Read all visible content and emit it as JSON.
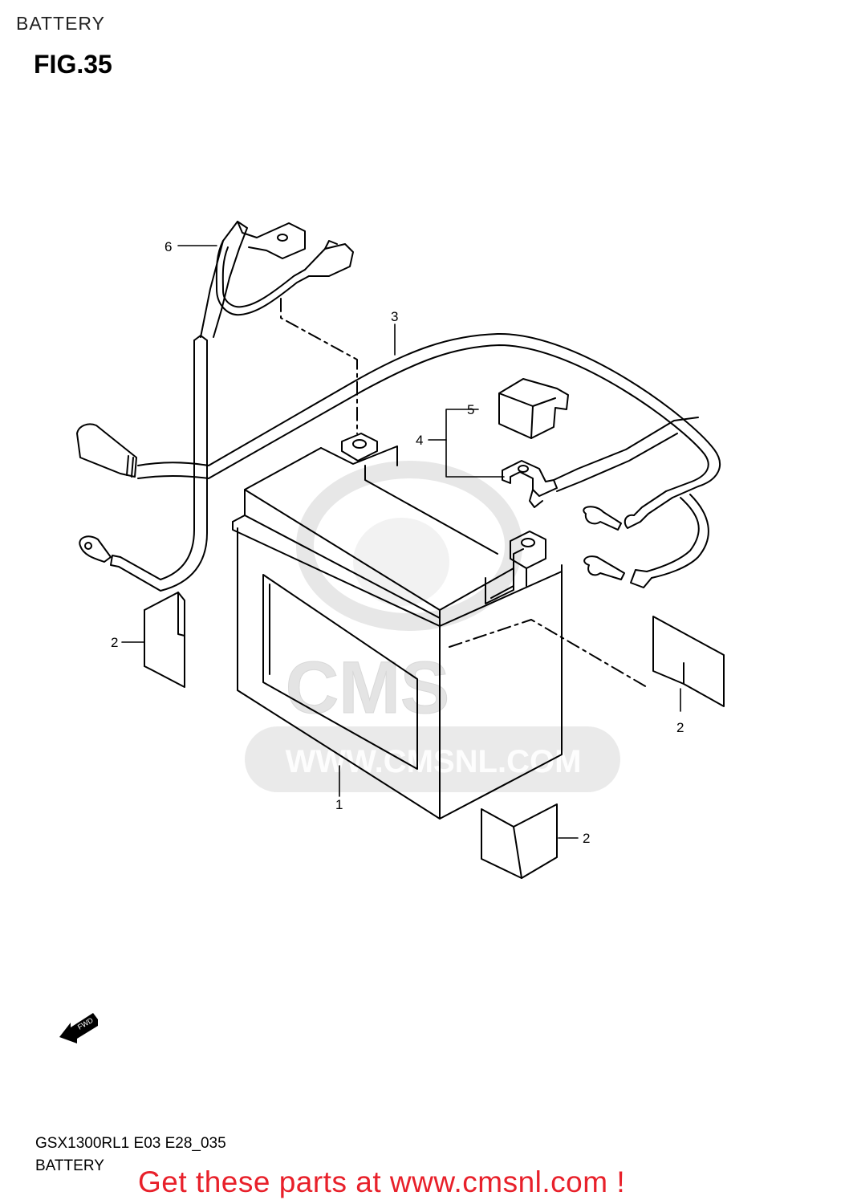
{
  "header": {
    "section_title": "BATTERY",
    "figure_label": "FIG.35"
  },
  "callouts": {
    "battery": "1",
    "pad_left": "2",
    "pad_right": "2",
    "pad_bottom": "2",
    "cable_main": "3",
    "bracket_group": "4",
    "cover": "5",
    "relay": "6"
  },
  "direction_marker": "FWD",
  "watermark": {
    "text": "WWW.CMSNL.COM",
    "logo": "CMS"
  },
  "footer": {
    "model_code": "GSX1300RL1 E03 E28_035",
    "section_name": "BATTERY",
    "promo_text": "Get these parts at www.cmsnl.com !"
  },
  "colors": {
    "line": "#000000",
    "promo": "#e8202a",
    "watermark": "#d9d9d9"
  }
}
